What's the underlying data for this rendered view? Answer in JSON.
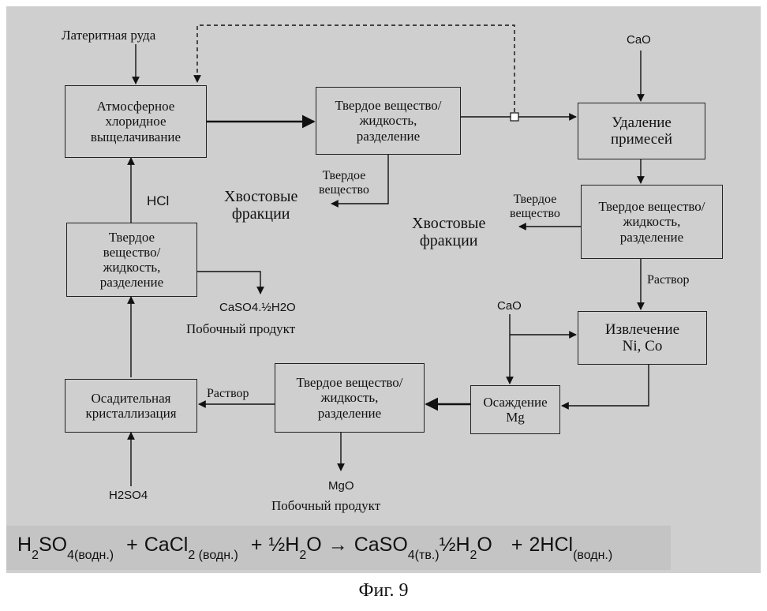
{
  "boxes": {
    "leach": [
      "Атмосферное",
      "хлоридное",
      "выщелачивание"
    ],
    "sep1": [
      "Твердое вещество/",
      "жидкость,",
      "разделение"
    ],
    "impurity": [
      "Удаление",
      "примесей"
    ],
    "sep2": [
      "Твердое вещество/",
      "жидкость,",
      "разделение"
    ],
    "nico": [
      "Извлечение",
      "Ni, Co"
    ],
    "mg": [
      "Осаждение",
      "Mg"
    ],
    "sep3": [
      "Твердое вещество/",
      "жидкость,",
      "разделение"
    ],
    "cryst": [
      "Осадительная",
      "кристаллизация"
    ],
    "sep4": [
      "Твердое",
      "вещество/",
      "жидкость,",
      "разделение"
    ]
  },
  "labels": {
    "ore": "Латеритная руда",
    "cao_top": "CaO",
    "cao_mid": "CaO",
    "hcl": "HCl",
    "solid1": [
      "Твердое",
      "вещество"
    ],
    "tails1": [
      "Хвостовые",
      "фракции"
    ],
    "solid2": [
      "Твердое",
      "вещество"
    ],
    "tails2": [
      "Хвостовые",
      "фракции"
    ],
    "solution1": "Раствор",
    "solution2": "Раствор",
    "caso4": "CaSO4.½H2O",
    "byproduct1": "Побочный продукт",
    "mgo": "MgO",
    "byproduct2": "Побочный продукт",
    "h2so4": "H2SO4"
  },
  "equation": {
    "t1": "H",
    "t1s": "2",
    "t2": "SO",
    "t2s": "4(водн.)",
    "plus1": "+",
    "t3": "CaCl",
    "t3s": "2 (водн.)",
    "plus2": "+",
    "t4": "½H",
    "t4s": "2",
    "t5": "O",
    "arrow": "→",
    "t6": "CaSO",
    "t6s": "4(тв.)",
    "t7": "½H",
    "t7s": "2",
    "t8": "O",
    "plus3": "+",
    "t9": "2HCl",
    "t9s": "(водн.)"
  },
  "figure_caption": "Фиг. 9"
}
